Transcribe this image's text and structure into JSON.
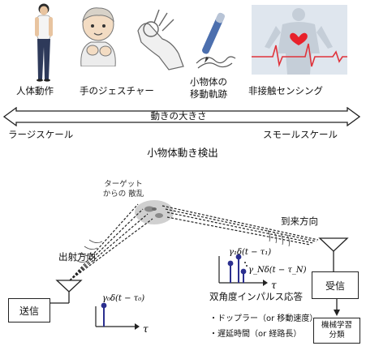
{
  "categories": [
    {
      "key": "human",
      "label": "人体動作"
    },
    {
      "key": "hand",
      "label": "手のジェスチャー"
    },
    {
      "key": "small",
      "label_line1": "小物体の",
      "label_line2": "移動軌跡"
    },
    {
      "key": "vital",
      "label": "非接触センシング"
    }
  ],
  "scale": {
    "center_label": "動きの大きさ",
    "left_label": "ラージスケール",
    "right_label": "スモールスケール"
  },
  "section_title": "小物体動き検出",
  "diagram": {
    "target_line1": "ターゲット",
    "target_line2": "からの 散乱",
    "emit_direction": "出射方向",
    "arrival_direction": "到来方向",
    "transmitter": "送信",
    "receiver": "受信",
    "ml_line1": "機械学習",
    "ml_line2": "分類",
    "impulse_caption": "双角度インパルス応答",
    "tx_impulse_formula": "γ₀δ(t − τ₀)",
    "tx_axis": "τ",
    "rx_formula_1": "γ₁δ(t − τ₁)",
    "rx_formula_n": "γ_Nδ(t − τ_N)",
    "rx_axis": "τ",
    "bullets": [
      "・ドップラー（or 移動速度）",
      "・遅延時間（or 経路長）"
    ]
  },
  "colors": {
    "impulse": "#2b2f8f",
    "heart": "#e8212b",
    "ecg": "#e0333b",
    "target_blob": "#c8c8c8"
  }
}
